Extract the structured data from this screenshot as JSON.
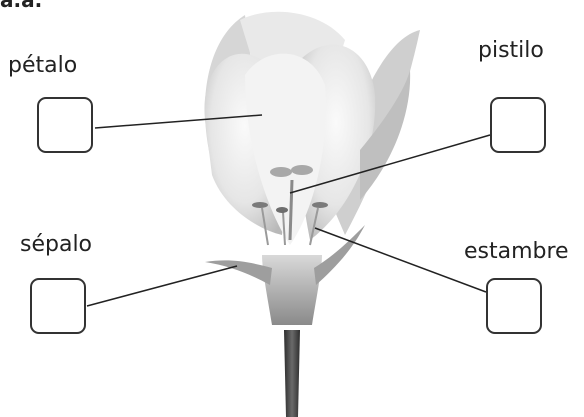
{
  "header_fragment": "a.a.",
  "labels": {
    "petalo": "pétalo",
    "pistilo": "pistilo",
    "sepalo": "sépalo",
    "estambre": "estambre"
  },
  "answer_boxes": {
    "petalo": "",
    "pistilo": "",
    "sepalo": "",
    "estambre": ""
  },
  "colors": {
    "ink": "#222222",
    "box_border": "#333333",
    "flower_light": "#f2f2f2",
    "flower_mid": "#bdbdbd",
    "stem": "#4a4a4a"
  }
}
